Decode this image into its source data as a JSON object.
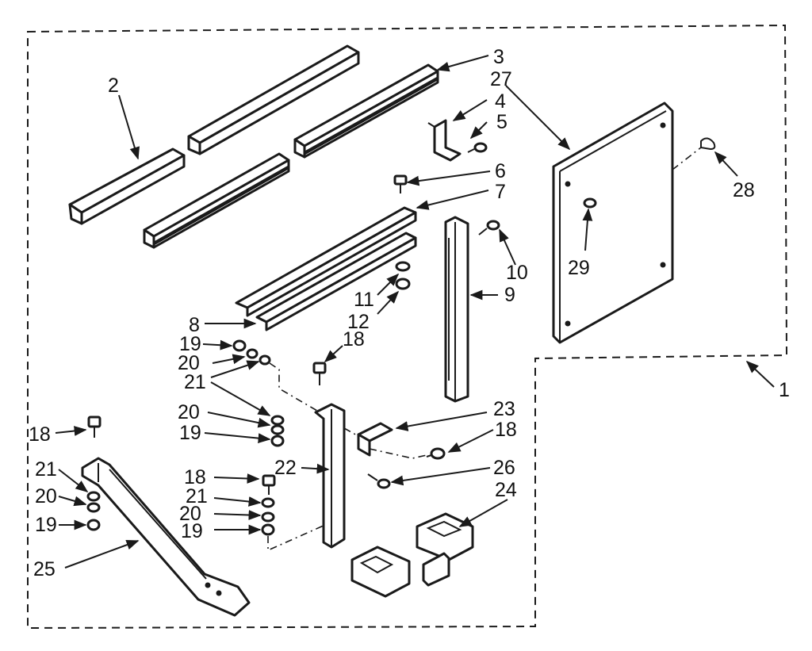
{
  "labels": {
    "l1": "1",
    "l2": "2",
    "l3": "3",
    "l4": "4",
    "l5": "5",
    "l6": "6",
    "l7": "7",
    "l8": "8",
    "l9": "9",
    "l10": "10",
    "l11": "11",
    "l12": "12",
    "l18a": "18",
    "l18b": "18",
    "l18c": "18",
    "l18d": "18",
    "l19a": "19",
    "l19b": "19",
    "l19c": "19",
    "l19d": "19",
    "l20a": "20",
    "l20b": "20",
    "l20c": "20",
    "l20d": "20",
    "l21a": "21",
    "l21b": "21",
    "l21c": "21",
    "l22": "22",
    "l23": "23",
    "l24": "24",
    "l25": "25",
    "l26": "26",
    "l27": "27",
    "l28": "28",
    "l29": "29"
  }
}
